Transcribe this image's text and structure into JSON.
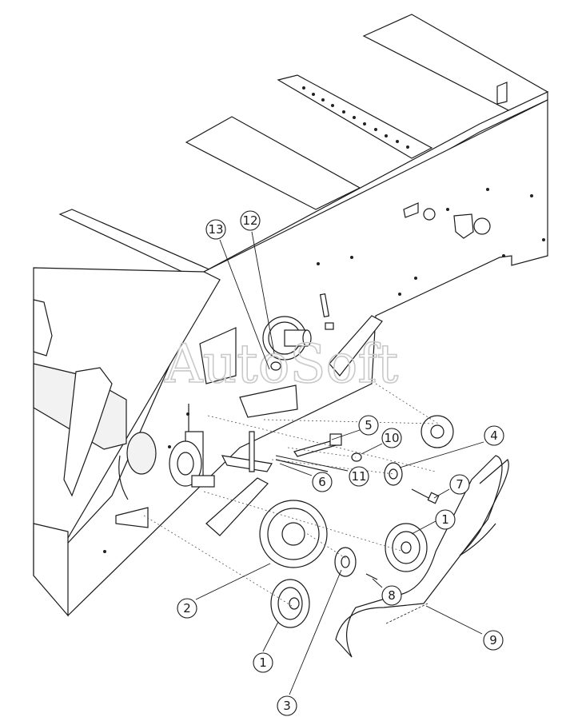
{
  "watermark": "AutoSoft",
  "colors": {
    "ink": "#1a1a1a",
    "watermark": "#c9c9c9",
    "background": "#ffffff"
  },
  "callouts": [
    {
      "id": "c1a",
      "label": "1"
    },
    {
      "id": "c1b",
      "label": "1"
    },
    {
      "id": "c2",
      "label": "2"
    },
    {
      "id": "c3",
      "label": "3"
    },
    {
      "id": "c4",
      "label": "4"
    },
    {
      "id": "c5",
      "label": "5"
    },
    {
      "id": "c6",
      "label": "6"
    },
    {
      "id": "c7",
      "label": "7"
    },
    {
      "id": "c8",
      "label": "8"
    },
    {
      "id": "c9",
      "label": "9"
    },
    {
      "id": "c10",
      "label": "10"
    },
    {
      "id": "c11",
      "label": "11"
    },
    {
      "id": "c12",
      "label": "12"
    },
    {
      "id": "c13",
      "label": "13"
    }
  ]
}
